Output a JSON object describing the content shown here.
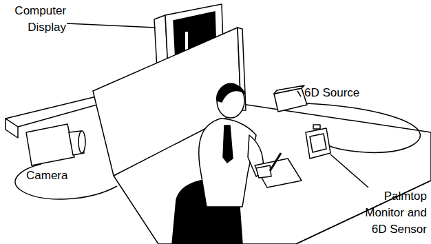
{
  "diagram": {
    "labels": [
      "Computer Display",
      "6D Source",
      "Camera",
      "Palmtop Monitor and 6D Sensor"
    ]
  }
}
